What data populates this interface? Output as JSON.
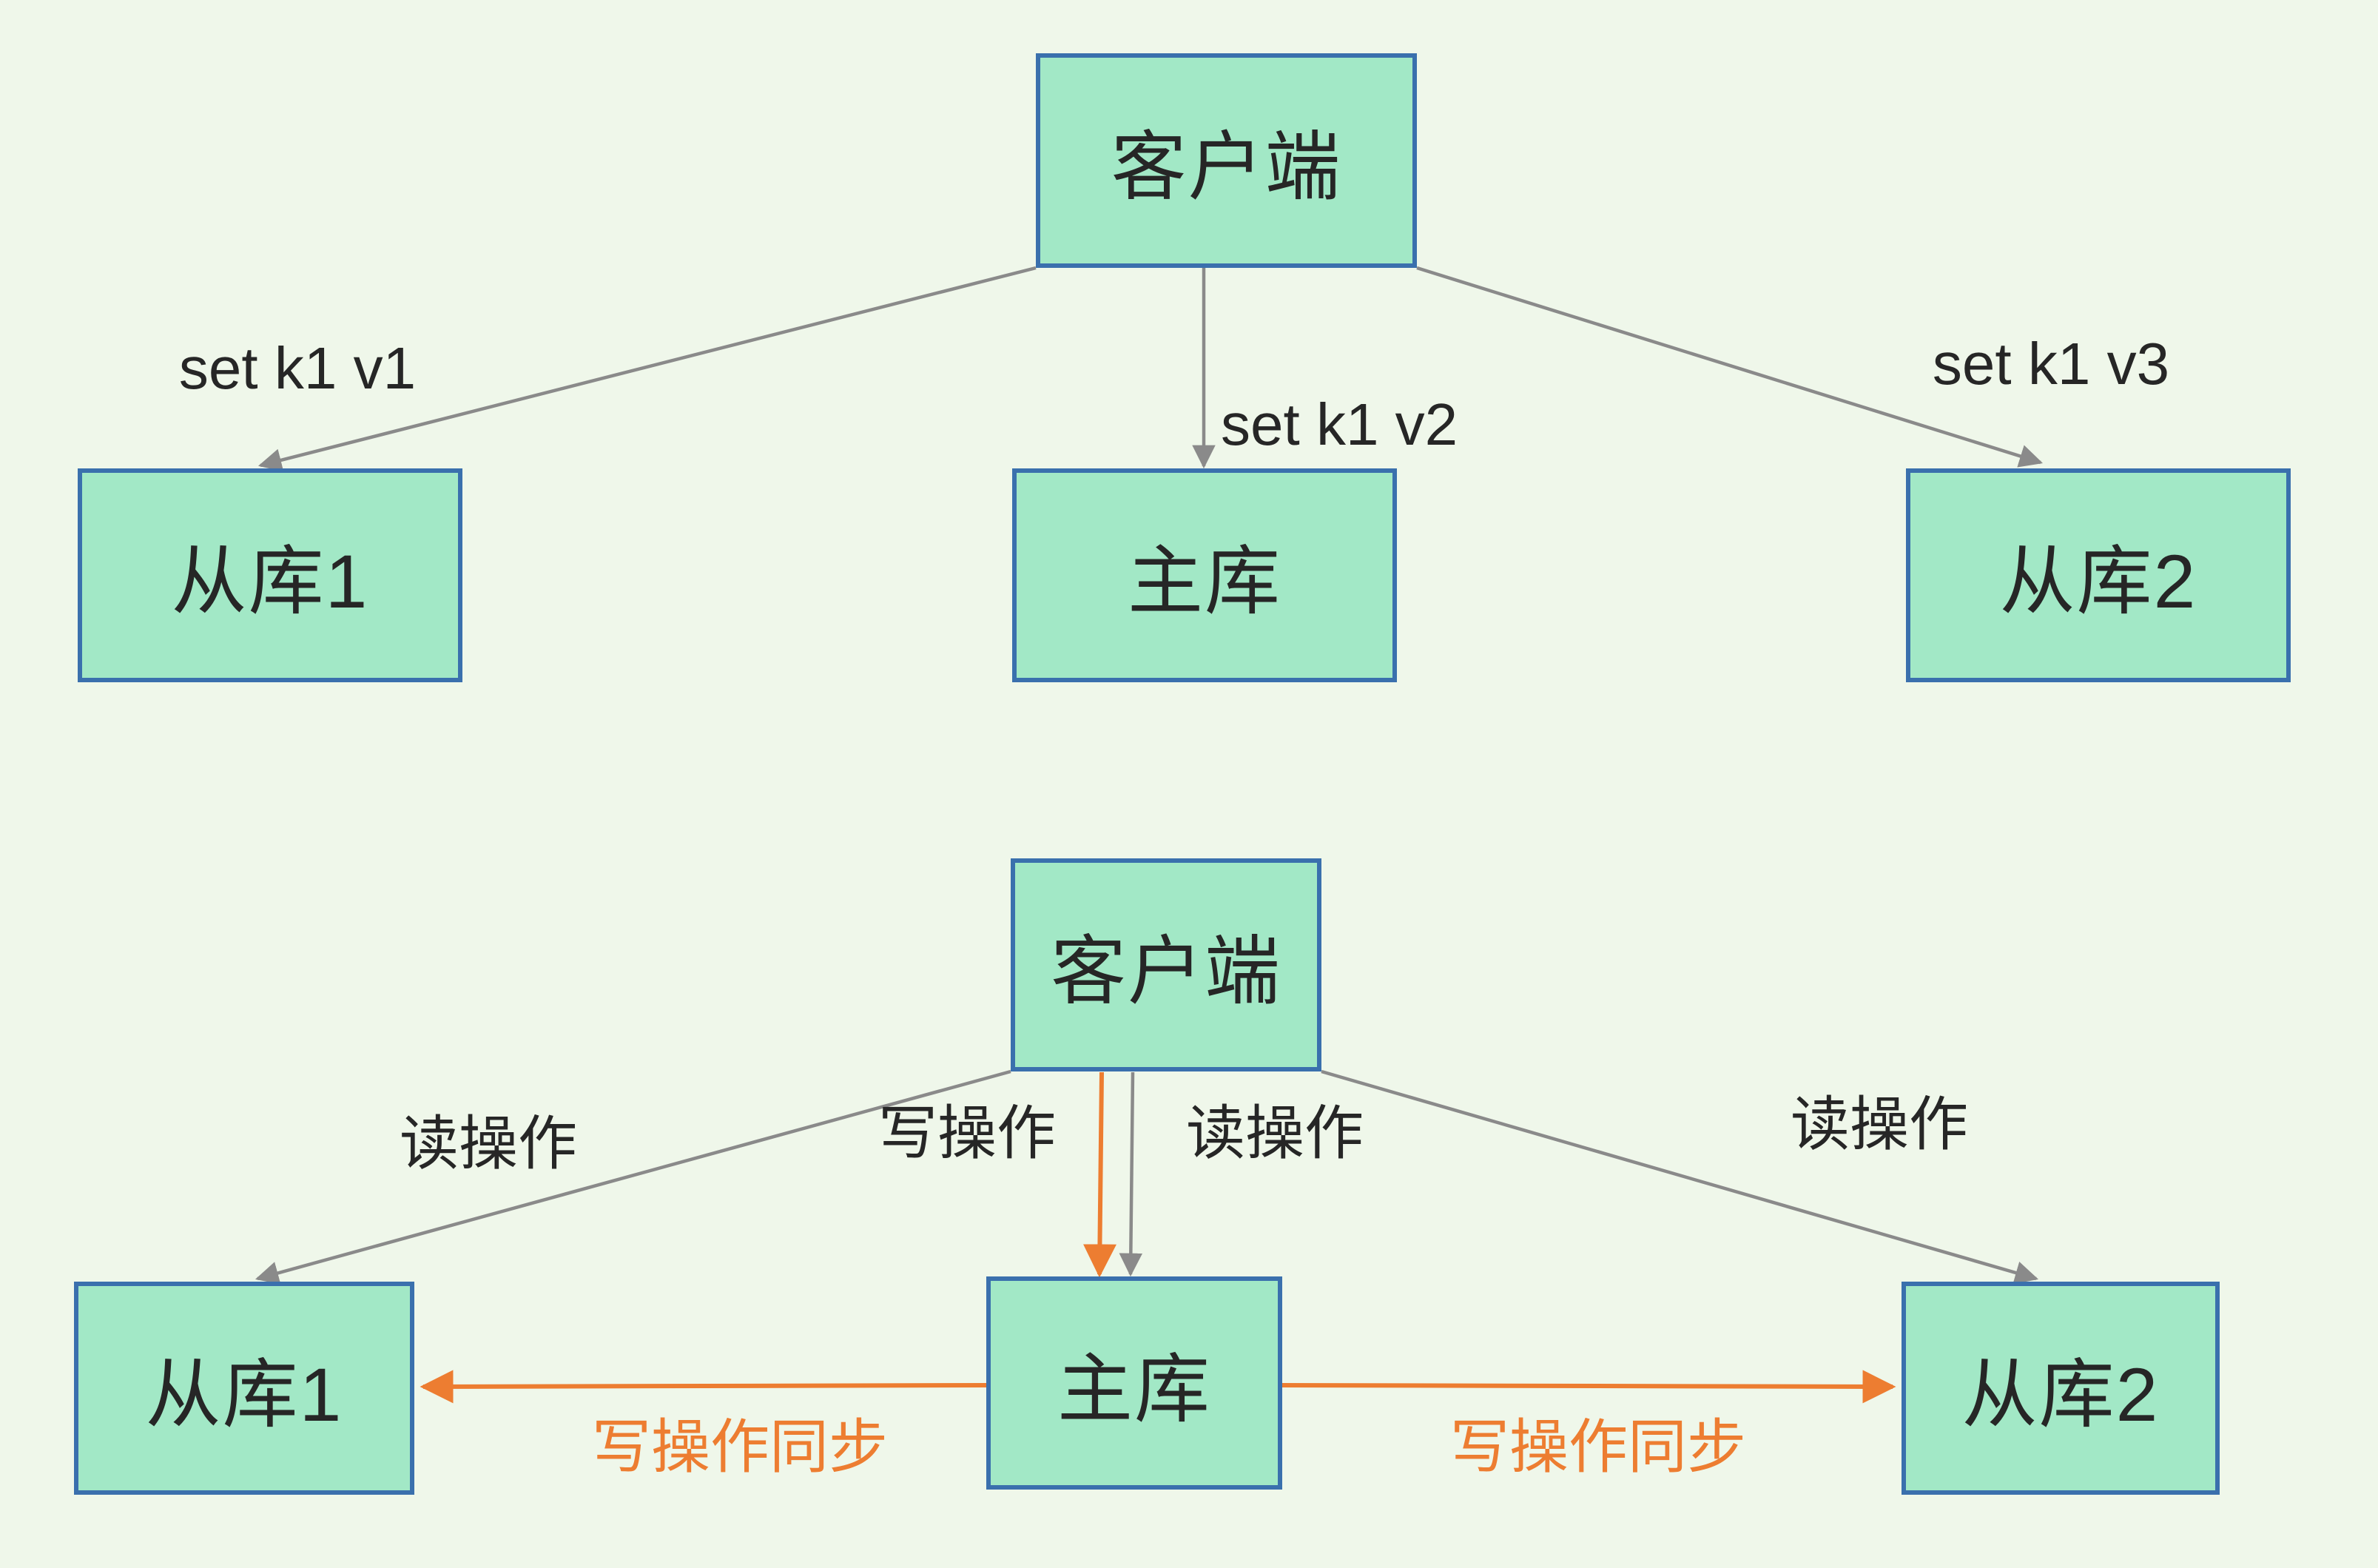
{
  "colors": {
    "background": "#EFF7EA",
    "node_fill": "#A2E8C6",
    "node_border": "#3A70AD",
    "arrow_gray": "#8A8A8A",
    "arrow_orange": "#ED7D31",
    "text_dark": "#262626"
  },
  "diagram_top": {
    "nodes": {
      "client": "客户端",
      "slave1": "从库1",
      "master": "主库",
      "slave2": "从库2"
    },
    "edges": {
      "to_slave1": "set k1 v1",
      "to_master": "set k1 v2",
      "to_slave2": "set k1 v3"
    }
  },
  "diagram_bottom": {
    "nodes": {
      "client": "客户端",
      "slave1": "从库1",
      "master": "主库",
      "slave2": "从库2"
    },
    "edges": {
      "read_slave1": "读操作",
      "write_master": "写操作",
      "read_master": "读操作",
      "read_slave2": "读操作",
      "sync_slave1": "写操作同步",
      "sync_slave2": "写操作同步"
    }
  }
}
